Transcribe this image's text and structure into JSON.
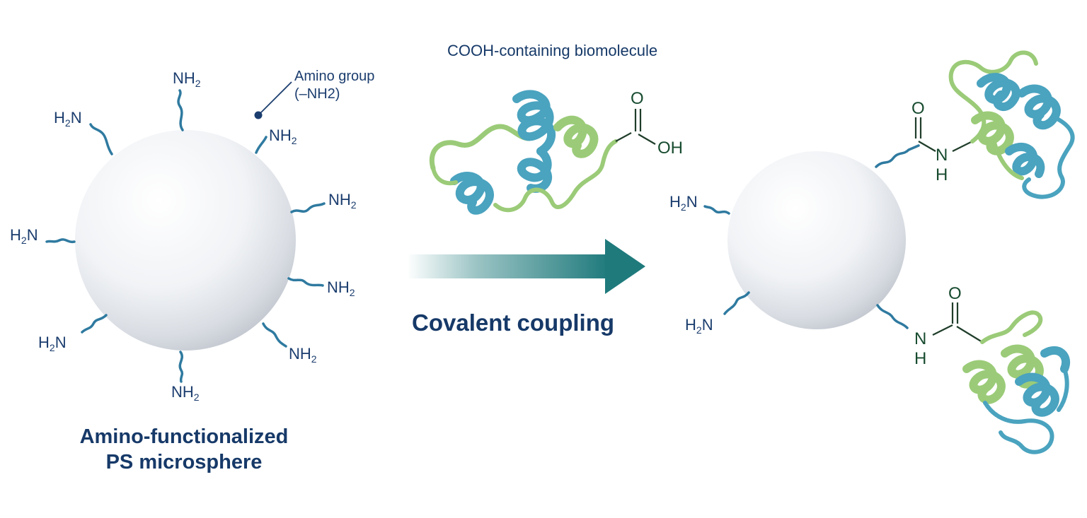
{
  "left_sphere": {
    "title_line1": "Amino-functionalized",
    "title_line2": "PS microsphere",
    "groups": [
      "NH2",
      "NH2",
      "H2N",
      "NH2",
      "H2N",
      "NH2",
      "H2N",
      "NH2",
      "NH2"
    ]
  },
  "callout": {
    "line1": "Amino group",
    "line2": "(–NH2)"
  },
  "biomolecule": {
    "title": "COOH-containing biomolecule",
    "carbonyl_o": "O",
    "hydroxyl": "OH"
  },
  "reaction": {
    "label": "Covalent coupling"
  },
  "right_sphere": {
    "free_groups": [
      "H2N",
      "H2N"
    ],
    "amide_top": {
      "o": "O",
      "n": "N",
      "h": "H"
    },
    "amide_bottom": {
      "o": "O",
      "n": "N",
      "h": "H"
    }
  },
  "colors": {
    "navy_text": "#163968",
    "linker_blue": "#2f7aa0",
    "helix_teal": "#4aa3bf",
    "helix_green": "#9bcb78",
    "arrow_teal": "#1f7a7c",
    "bond_dark_green": "#1f3d2a"
  }
}
